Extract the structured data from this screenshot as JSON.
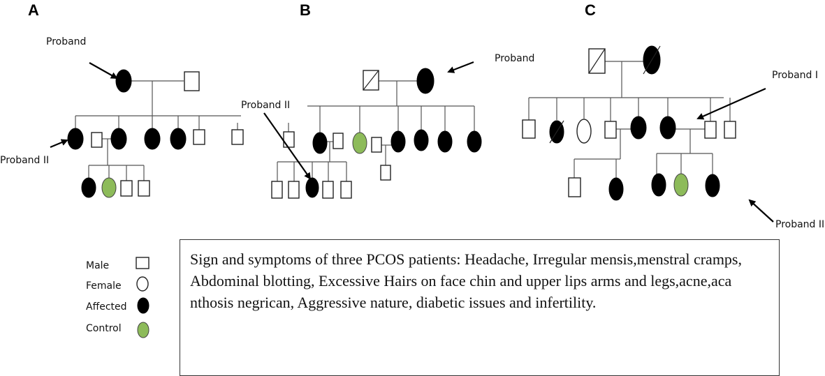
{
  "panels": {
    "a": "A",
    "b": "B",
    "c": "C"
  },
  "labels": {
    "a_proband": "Proband",
    "a_proband2": "Proband II",
    "b_proband": "Proband",
    "b_proband2": "Proband II",
    "c_proband1": "Proband I",
    "c_proband2": "Proband II"
  },
  "legend": {
    "male": "Male",
    "female": "Female",
    "affected": "Affected",
    "control": "Control"
  },
  "colors": {
    "affected": "#000000",
    "control": "#8dbb5a",
    "unaffected": "#ffffff"
  },
  "note": "Sign and symptoms of three PCOS patients: Headache, Irregular mensis,menstral cramps, Abdominal blotting, Excessive Hairs on face chin and upper lips arms and legs,acne,aca  nthosis negrican, Aggressive nature, diabetic issues and infertility."
}
